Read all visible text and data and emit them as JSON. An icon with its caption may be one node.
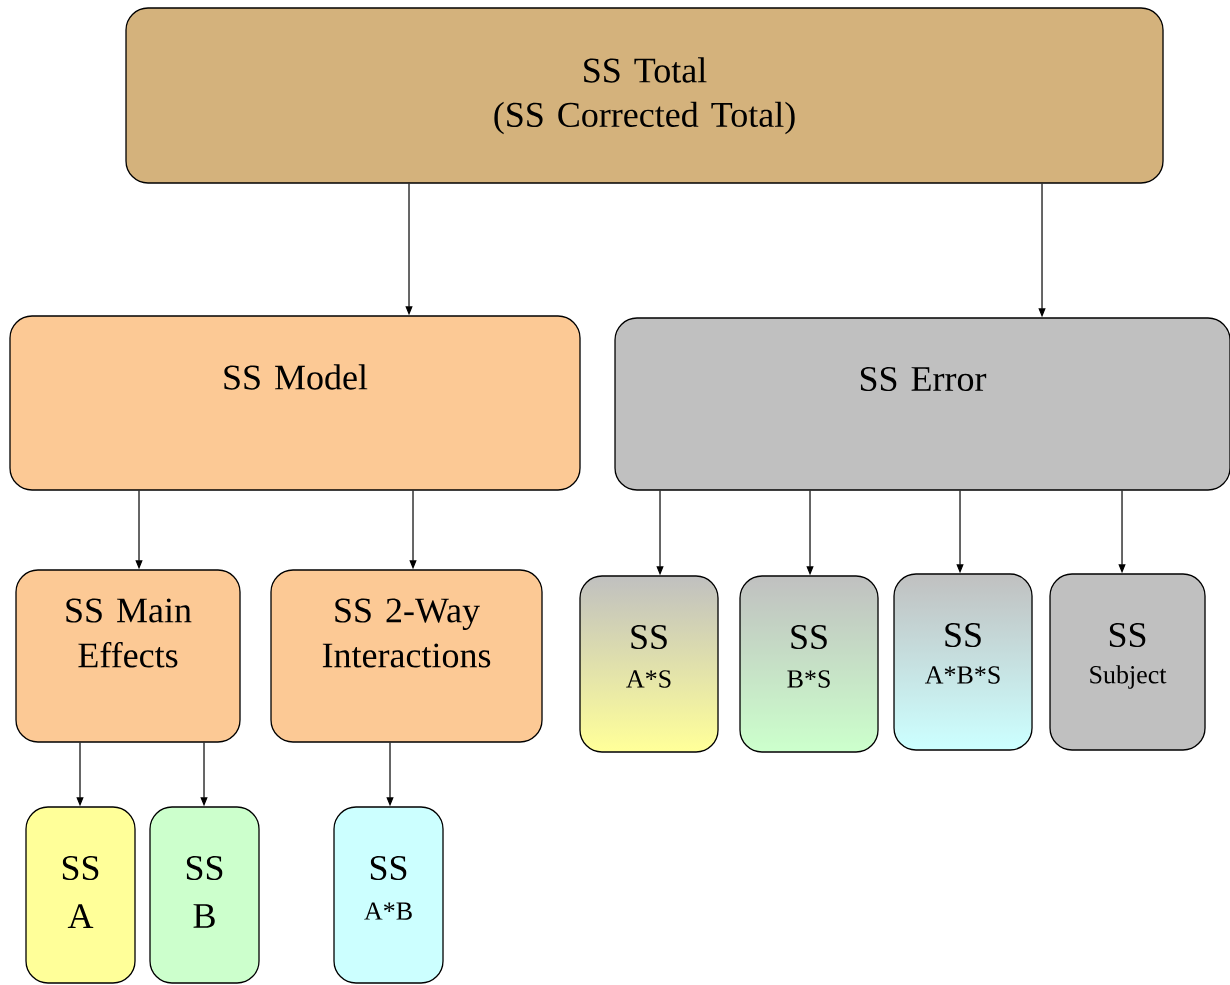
{
  "diagram": {
    "nodes": [
      {
        "text": [
          "SS Total",
          "(SS Corrected Total)"
        ]
      },
      {
        "text": [
          "SS Model"
        ]
      },
      {
        "text": [
          "SS Error"
        ]
      },
      {
        "text": [
          "SS Main Effects"
        ]
      },
      {
        "text": [
          "SS 2-Way Interactions"
        ]
      },
      {
        "text": [
          "SS",
          "A*S"
        ]
      },
      {
        "text": [
          "SS",
          "B*S"
        ]
      },
      {
        "text": [
          "SS",
          "A*B*S"
        ]
      },
      {
        "text": [
          "SS",
          "Subject"
        ]
      },
      {
        "text": [
          "SS",
          "A"
        ]
      },
      {
        "text": [
          "SS",
          "B"
        ]
      },
      {
        "text": [
          "SS",
          "A*B"
        ]
      }
    ],
    "edges": [
      {
        "from": 0,
        "to": 1,
        "arrow": "to"
      },
      {
        "from": 0,
        "to": 2,
        "arrow": "to"
      },
      {
        "from": 1,
        "to": 3,
        "arrow": "to"
      },
      {
        "from": 1,
        "to": 4,
        "arrow": "to"
      },
      {
        "from": 2,
        "to": 5,
        "arrow": "to"
      },
      {
        "from": 2,
        "to": 6,
        "arrow": "to"
      },
      {
        "from": 2,
        "to": 7,
        "arrow": "to"
      },
      {
        "from": 2,
        "to": 8,
        "arrow": "to"
      },
      {
        "from": 3,
        "to": 9,
        "arrow": "to"
      },
      {
        "from": 3,
        "to": 10,
        "arrow": "to"
      },
      {
        "from": 4,
        "to": 11,
        "arrow": "to"
      }
    ]
  }
}
